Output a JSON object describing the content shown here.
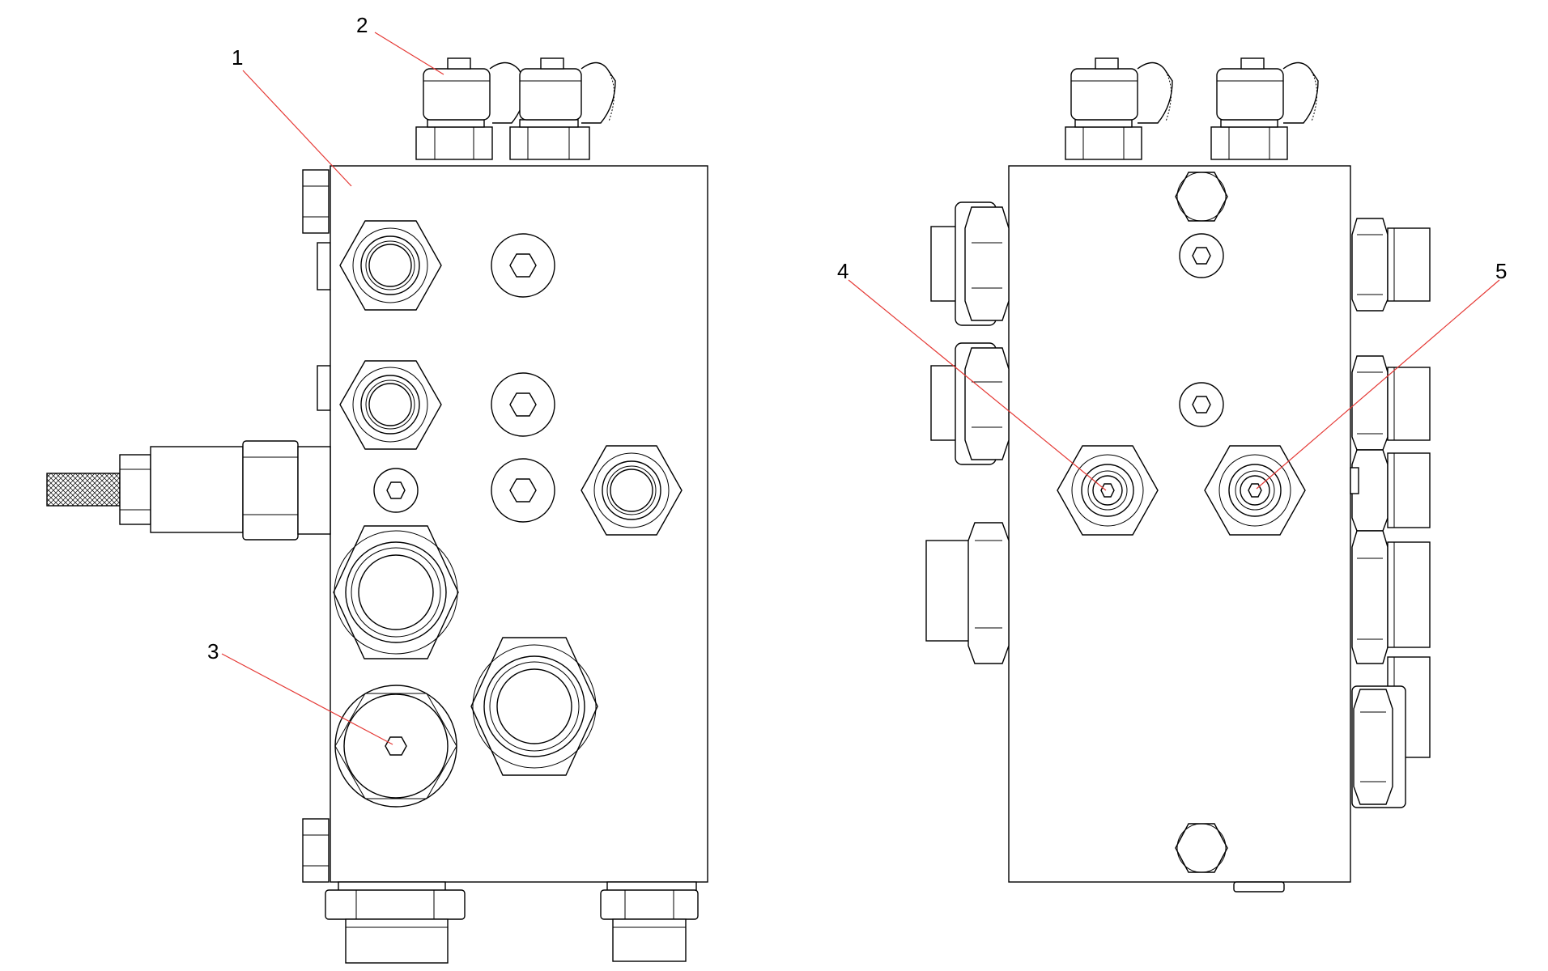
{
  "callouts": [
    {
      "id": "1",
      "label": "1"
    },
    {
      "id": "2",
      "label": "2"
    },
    {
      "id": "3",
      "label": "3"
    },
    {
      "id": "4",
      "label": "4"
    },
    {
      "id": "5",
      "label": "5"
    }
  ],
  "colors": {
    "line": "#000000",
    "leader": "#e53935",
    "background": "#ffffff"
  },
  "views": [
    {
      "name": "left-view",
      "parts": [
        "valve-block",
        "solenoid-coil",
        "solenoid-coil",
        "adjuster-knob",
        "hex-ports",
        "socket-plugs",
        "bottom-fittings"
      ]
    },
    {
      "name": "right-view",
      "parts": [
        "valve-block",
        "solenoid-coil",
        "solenoid-coil",
        "side-fittings",
        "hex-ports",
        "socket-plugs"
      ]
    }
  ]
}
